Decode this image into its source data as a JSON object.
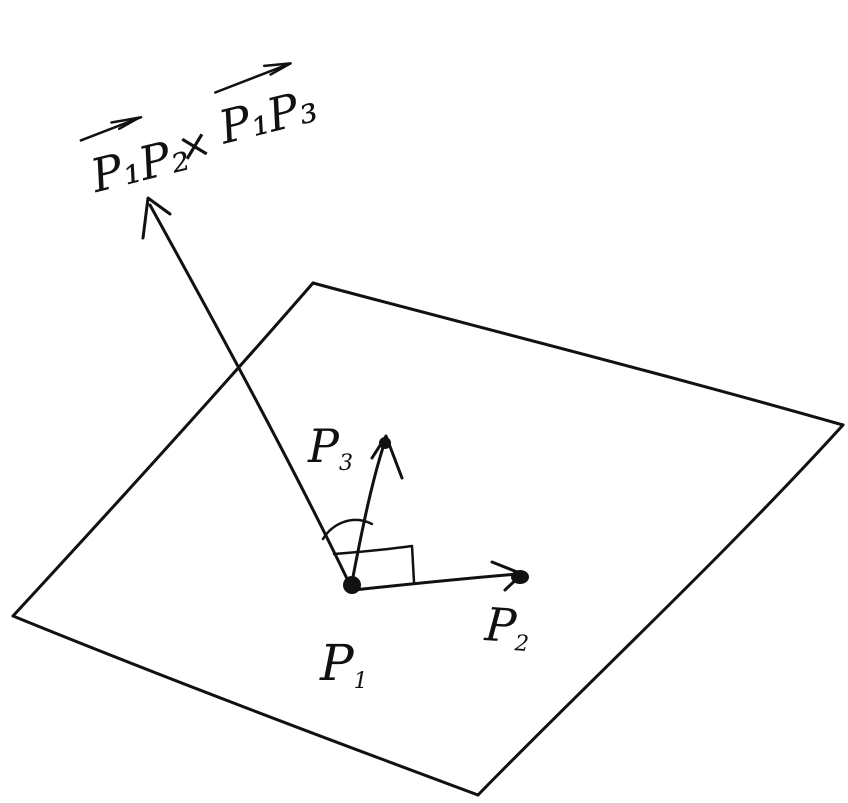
{
  "ink_color": "#111111",
  "background": "#ffffff",
  "labels": {
    "cross_product": {
      "first_vector": "P₁P₂",
      "operator": "×",
      "second_vector": "P₁P₃"
    },
    "p1": {
      "letter": "P",
      "subscript": "1"
    },
    "p2": {
      "letter": "P",
      "subscript": "2"
    },
    "p3": {
      "letter": "P",
      "subscript": "3"
    }
  }
}
